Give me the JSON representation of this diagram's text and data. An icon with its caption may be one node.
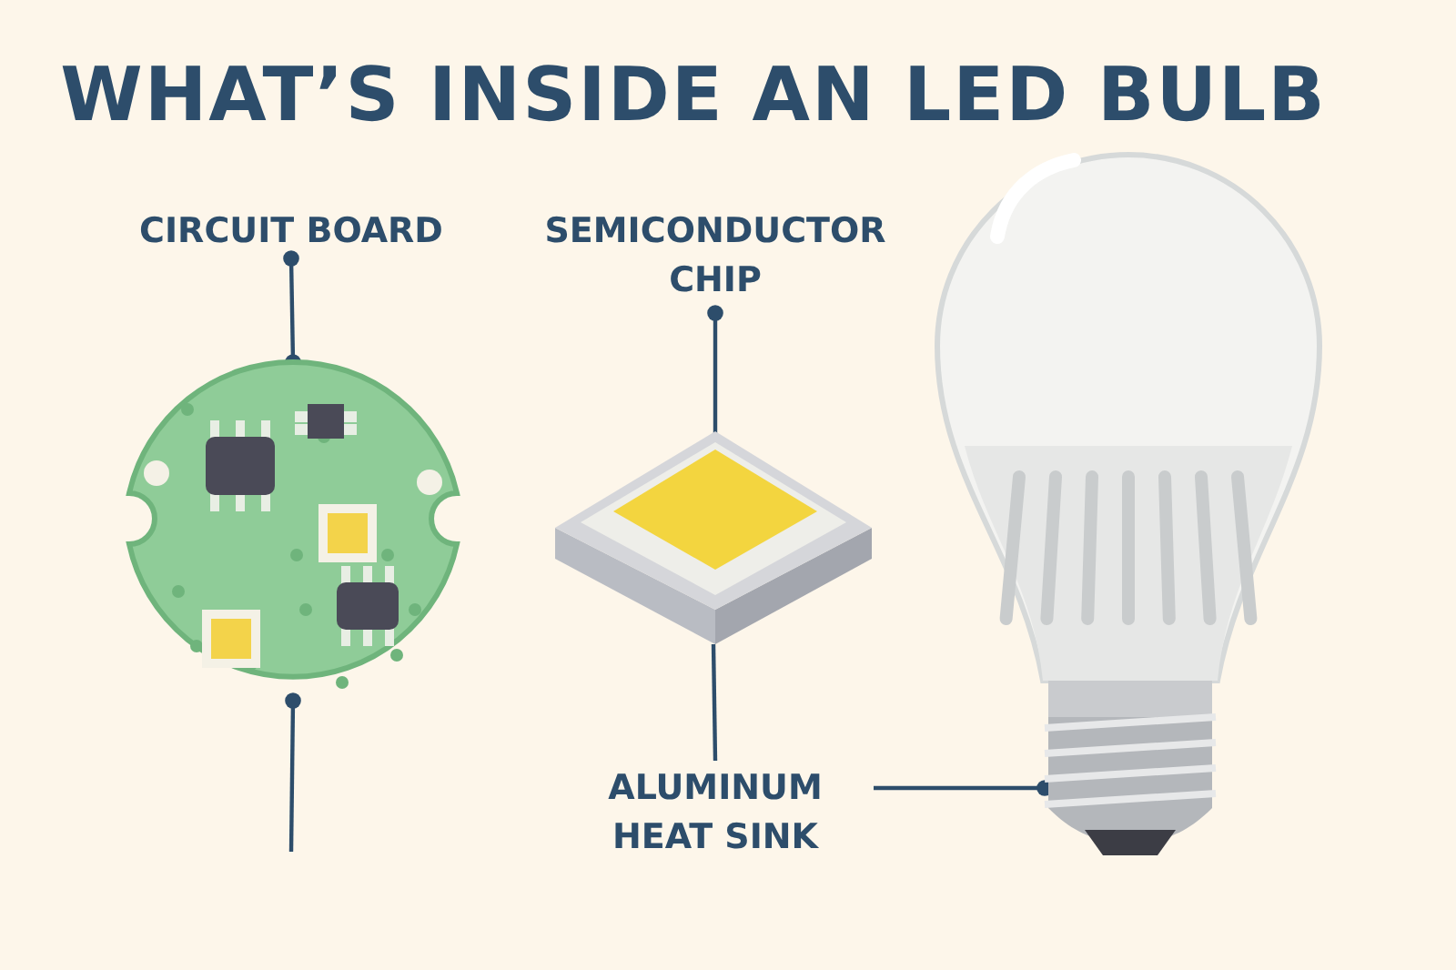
{
  "diagram": {
    "title": "WHAT’S INSIDE AN LED BULB",
    "nodes": [
      {
        "text": [
          "CIRCUIT BOARD"
        ]
      },
      {
        "text": [],
        "shape": "picture"
      },
      {
        "text": [
          "SEMICONDUCTOR CHIP"
        ]
      },
      {
        "text": [],
        "shape": "picture",
        "in": 4
      },
      {
        "text": [],
        "shape": "picture"
      },
      {
        "text": [
          "ALUMINUM HEAT SINK"
        ]
      },
      {
        "text": [],
        "shape": "picture"
      }
    ],
    "edges": [
      {
        "from": 0,
        "to": 1,
        "arrow": "other"
      },
      {
        "from": 1,
        "to": null,
        "arrow": "other"
      },
      {
        "from": 2,
        "to": 3,
        "arrow": "other"
      },
      {
        "from": 4,
        "to": 5,
        "arrow": "none"
      },
      {
        "from": 5,
        "to": 6,
        "arrow": "other"
      }
    ]
  }
}
